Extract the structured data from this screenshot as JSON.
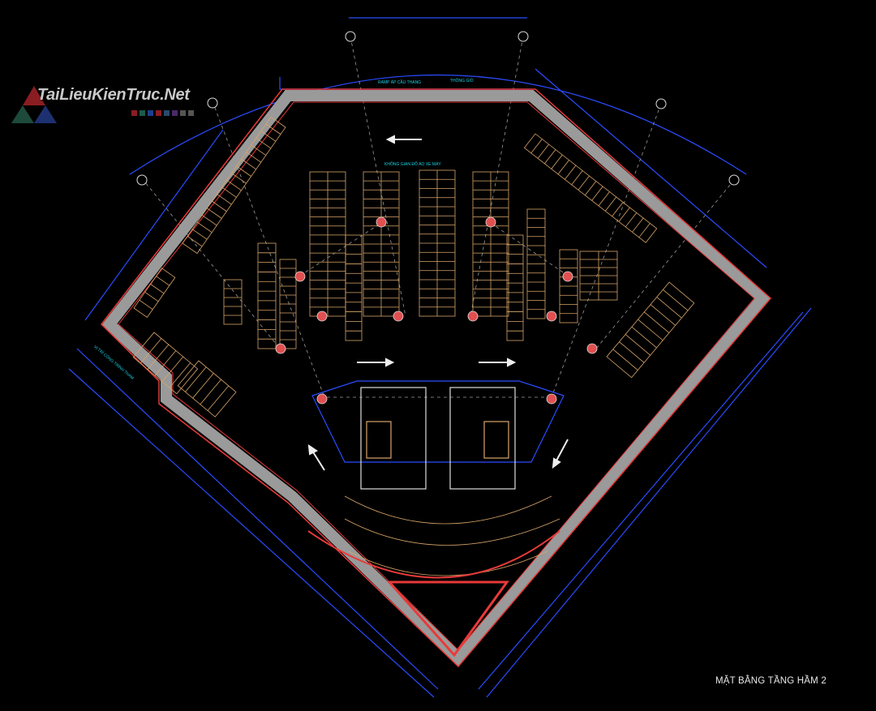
{
  "logo": {
    "text": "TaiLieuKienTruc.Net",
    "swatch_colors": [
      "#8a1d22",
      "#1d5a4a",
      "#1d3f8a",
      "#8a1d22",
      "#2a4a6a",
      "#4a2a6a",
      "#555555",
      "#555555"
    ]
  },
  "drawing": {
    "title": "MẶT BẰNG TẦNG HẦM 2",
    "labels": {
      "ramp_top": "RAMP ÁP CẦU THANG",
      "shaft_top": "THÔNG GIÓ",
      "parking_note": "KHÔNG GIAN ĐỖ ÁO XE MÁY",
      "site_note": "VỊ TRÍ CÔNG TRÌNH THAM"
    },
    "colors": {
      "wall": "#9a9a9a",
      "wall_edge": "#e83a3a",
      "dimension": "#2a4cff",
      "stall": "#d9a56a",
      "text": "#19d0e0",
      "column": "#e05050"
    }
  }
}
